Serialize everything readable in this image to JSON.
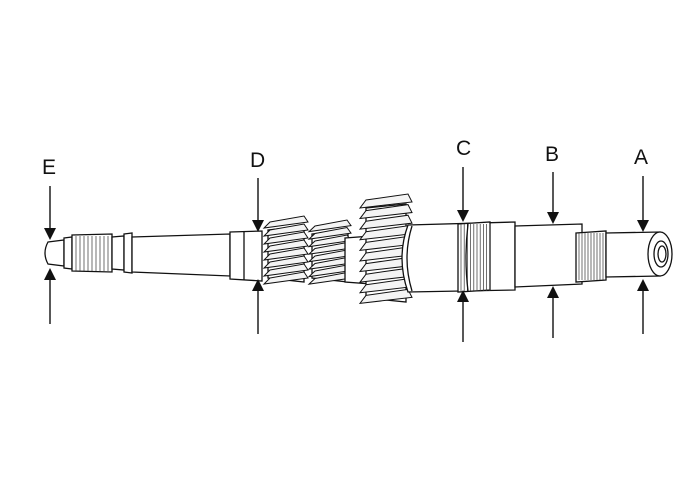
{
  "figure": {
    "labels": [
      {
        "id": "A",
        "text": "A"
      },
      {
        "id": "B",
        "text": "B"
      },
      {
        "id": "C",
        "text": "C"
      },
      {
        "id": "D",
        "text": "D"
      },
      {
        "id": "E",
        "text": "E"
      }
    ]
  }
}
